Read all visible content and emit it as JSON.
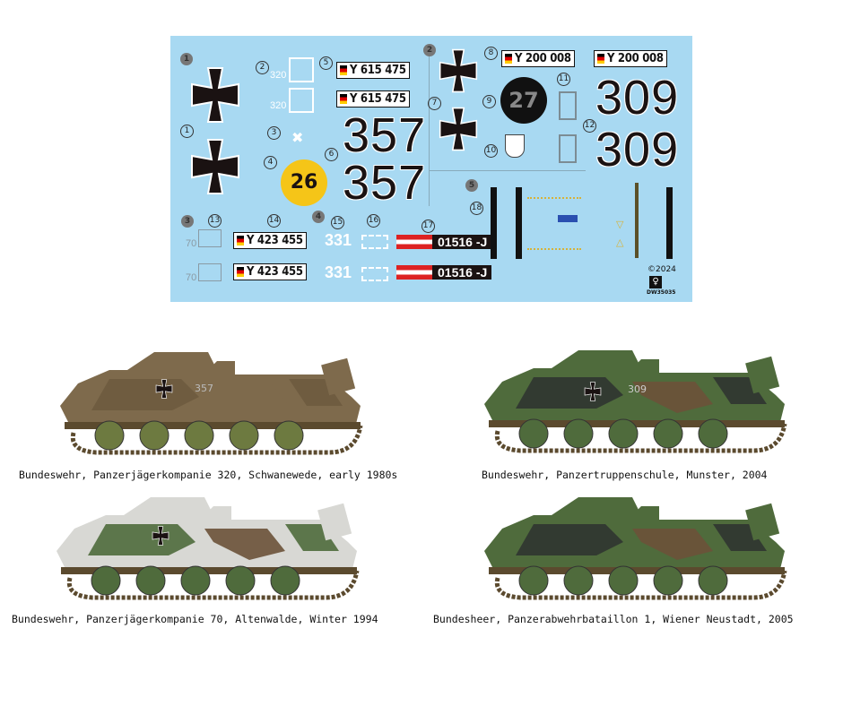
{
  "sheet": {
    "plates": {
      "p5": "Y 615 475",
      "p8": "Y 200 008",
      "p14": "Y 423 455"
    },
    "numbers": {
      "n357": "357",
      "n309": "309",
      "n26": "26",
      "n27": "27",
      "n331": "331",
      "n320": "320",
      "n70": "70"
    },
    "austrian": "01516 -J",
    "callouts": [
      "1",
      "2",
      "3",
      "4",
      "5",
      "6",
      "7",
      "8",
      "9",
      "10",
      "11",
      "12",
      "13",
      "14",
      "15",
      "16",
      "17",
      "18"
    ],
    "copyright": "©2024",
    "product_code": "DW35035",
    "colors": {
      "background": "#a8d9f2",
      "cross": "#1a1212",
      "yellow_disc": "#f5c518"
    }
  },
  "profiles": [
    {
      "caption": "Bundeswehr, Panzerjägerkompanie 320, Schwanewede, early 1980s",
      "marking": "357"
    },
    {
      "caption": "Bundeswehr, Panzertruppenschule, Munster, 2004",
      "marking": "309"
    },
    {
      "caption": "Bundeswehr, Panzerjägerkompanie 70, Altenwalde, Winter 1994",
      "marking": ""
    },
    {
      "caption": "Bundesheer, Panzerabwehrbataillon 1, Wiener Neustadt, 2005",
      "marking": ""
    }
  ]
}
